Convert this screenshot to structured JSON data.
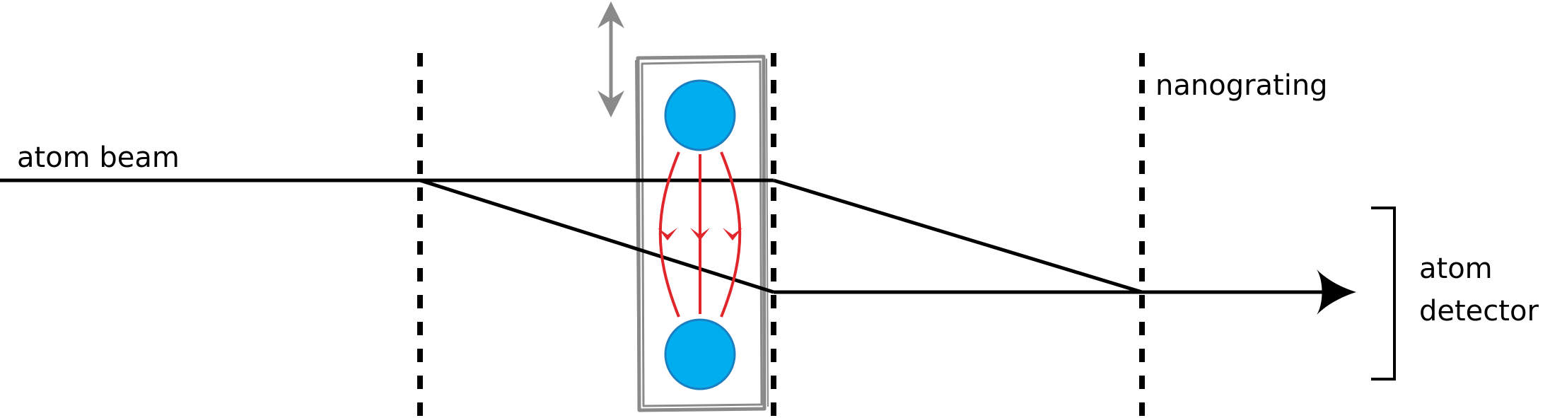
{
  "labels": {
    "atom_beam": "atom beam",
    "nanograting": "nanograting",
    "detector_line1": "atom",
    "detector_line2": "detector"
  },
  "colors": {
    "beam": "#000000",
    "grating": "#000000",
    "frame": "#8a8a8a",
    "arrow_gray": "#8a8a8a",
    "electrode_fill": "#00aeef",
    "electrode_stroke": "#1a7fc0",
    "field_lines": "#e0262a"
  }
}
